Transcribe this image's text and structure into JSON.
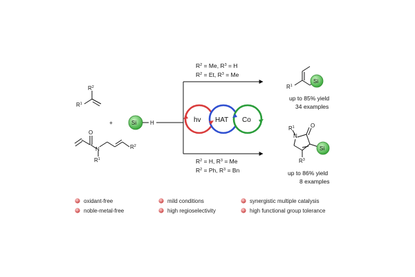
{
  "reagents": {
    "si_label": "Si",
    "hydrogen": "H",
    "plus": "+",
    "r1": "R",
    "r2": "R",
    "sup1": "1",
    "sup2": "2",
    "n_atom": "N",
    "o_atom": "O"
  },
  "cycles": [
    {
      "label": "hv",
      "color": "#d93b3b"
    },
    {
      "label": "HAT",
      "color": "#2f4fd0"
    },
    {
      "label": "Co",
      "color": "#2a9d3a"
    }
  ],
  "pathway_top": {
    "condition_1": {
      "r2": "R",
      "sup2": "2",
      "eq2": " = Me, ",
      "r3": "R",
      "sup3": "3",
      "eq3": " = H"
    },
    "condition_2": {
      "r2": "R",
      "sup2": "2",
      "eq2": " = Et, ",
      "r3": "R",
      "sup3": "3",
      "eq3": " = Me"
    },
    "yield": "up to 85% yield",
    "examples": "34 examples",
    "r1": "R",
    "sup1": "1",
    "si_label": "Si"
  },
  "pathway_bottom": {
    "condition_1": {
      "r2": "R",
      "sup2": "2",
      "eq2": " = H, ",
      "r3": "R",
      "sup3": "3",
      "eq3": " = Me"
    },
    "condition_2": {
      "r2": "R",
      "sup2": "2",
      "eq2": " = Ph, ",
      "r3": "R",
      "sup3": "3",
      "eq3": " = Bn"
    },
    "yield": "up to 86% yield",
    "examples": "8 examples",
    "r1": "R",
    "sup1": "1",
    "r3": "R",
    "sup3": "3",
    "n_atom": "N",
    "o_atom": "O",
    "si_label": "Si"
  },
  "features": [
    "oxidant-free",
    "mild conditions",
    "synergistic multiple catalysis",
    "noble-metal-free",
    "high regioselectivity",
    "high functional group tolerance"
  ],
  "colors": {
    "si_ball": "#4fc24f",
    "bullet": "#d96a6a",
    "hv": "#d93b3b",
    "hat": "#2f4fd0",
    "co": "#2a9d3a"
  }
}
